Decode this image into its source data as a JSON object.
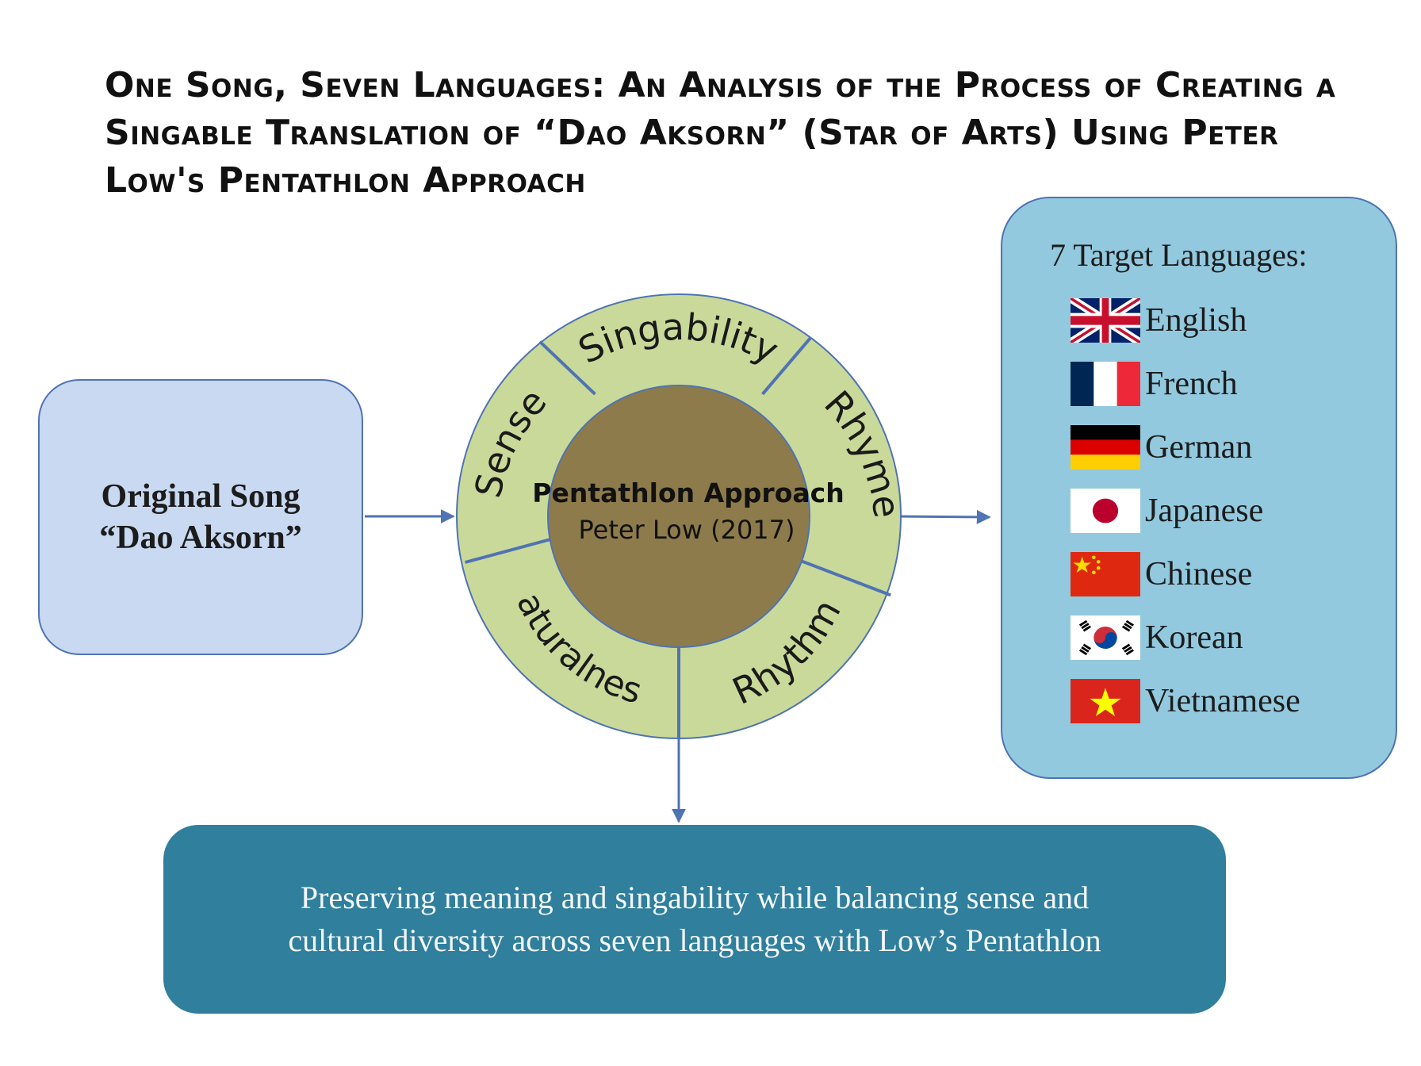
{
  "title": {
    "line1": "One Song, Seven Languages: An Analysis of the Process of Creating a",
    "line2": "Singable Translation of “Dao Aksorn” (Star of Arts) Using Peter",
    "line3": "Low's Pentathlon Approach"
  },
  "source": {
    "line1": "Original Song",
    "line2": "“Dao Aksorn”"
  },
  "wheel": {
    "center_title": "Pentathlon Approach",
    "center_subtitle": "Peter Low (2017)",
    "segments": [
      "Singability",
      "Rhyme",
      "Rhythm",
      "Naturalness",
      "Sense"
    ],
    "colors": {
      "ring": "#c9d99a",
      "center": "#8e7b4b",
      "divider": "#4f73b3"
    }
  },
  "languages": {
    "title": "7 Target Languages:",
    "items": [
      {
        "name": "English",
        "flag": "uk-flag-icon"
      },
      {
        "name": "French",
        "flag": "france-flag-icon"
      },
      {
        "name": "German",
        "flag": "germany-flag-icon"
      },
      {
        "name": "Japanese",
        "flag": "japan-flag-icon"
      },
      {
        "name": "Chinese",
        "flag": "china-flag-icon"
      },
      {
        "name": "Korean",
        "flag": "korea-flag-icon"
      },
      {
        "name": "Vietnamese",
        "flag": "vietnam-flag-icon"
      }
    ]
  },
  "summary": {
    "line1": "Preserving meaning and singability while balancing sense and",
    "line2": "cultural diversity across seven languages with Low’s Pentathlon"
  },
  "colors": {
    "source_box": "#c8d9f1",
    "languages_box": "#93c9de",
    "summary_box": "#2f7f9d",
    "arrow": "#4f73b3"
  }
}
